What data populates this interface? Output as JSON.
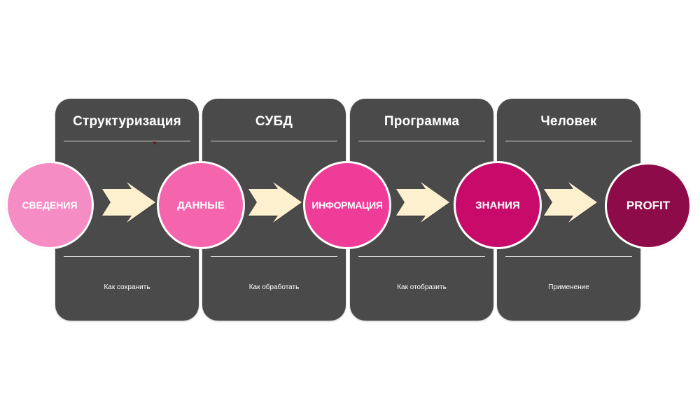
{
  "panels": [
    {
      "title": "Структуризация",
      "caption": "Как сохранить"
    },
    {
      "title": "СУБД",
      "caption": "Как обработать"
    },
    {
      "title": "Программа",
      "caption": "Как отобразить"
    },
    {
      "title": "Человек",
      "caption": "Применение"
    }
  ],
  "nodes": [
    {
      "label": "СВЕДЕНИЯ",
      "color": "#f58cc4"
    },
    {
      "label": "ДАННЫЕ",
      "color": "#f465ad"
    },
    {
      "label": "ИНФОРМАЦИЯ",
      "color": "#ee3c98"
    },
    {
      "label": "ЗНАНИЯ",
      "color": "#c80b6a"
    },
    {
      "label": "PROFIT",
      "color": "#8e0b49"
    }
  ],
  "colors": {
    "panel": "#4a4a4a",
    "arrow": "#fdf0cf",
    "divider": "#d9d9d9"
  }
}
